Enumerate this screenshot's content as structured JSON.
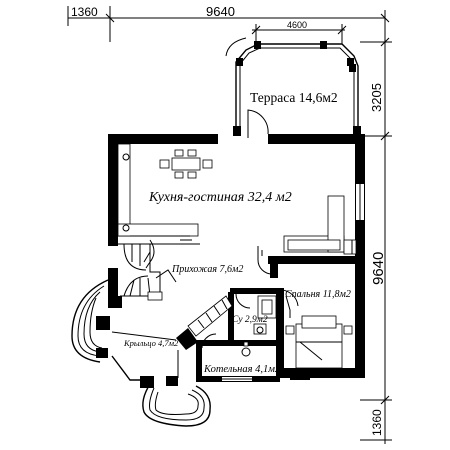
{
  "dimensions": {
    "top_left": "1360",
    "top_total": "9640",
    "top_terrace": "4600",
    "right_terrace": "3205",
    "right_total": "9640",
    "right_bottom": "1360"
  },
  "rooms": {
    "terrace": "Терраса 14,6м2",
    "kitchen_living": "Кухня-гостиная 32,4 м2",
    "hallway": "Прихожая 7,6м2",
    "bedroom": "Спальня 11,8м2",
    "bathroom": "Су 2,9м2",
    "porch": "Крыльцо 4,7м2",
    "boiler": "Котельная 4,1м2"
  }
}
